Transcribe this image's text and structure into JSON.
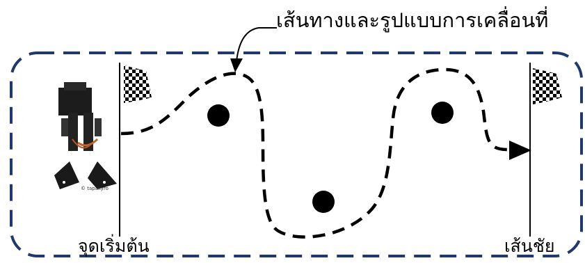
{
  "diagram": {
    "title_label": "เส้นทางและรูปแบบการเคลื่อนที่",
    "start_label": "จุดเริ่มต้น",
    "finish_label": "เส้นชัย",
    "photo_credit": "© tapakyro",
    "colors": {
      "border": "#1f3a6a",
      "path": "#000000",
      "obstacle": "#000000",
      "flag": "#000000"
    },
    "icons": {
      "start_flag": "checkered-flag",
      "finish_flag": "checkered-flag",
      "robot": "hexapod-robot-photo",
      "arrowhead": "arrow-right"
    }
  }
}
